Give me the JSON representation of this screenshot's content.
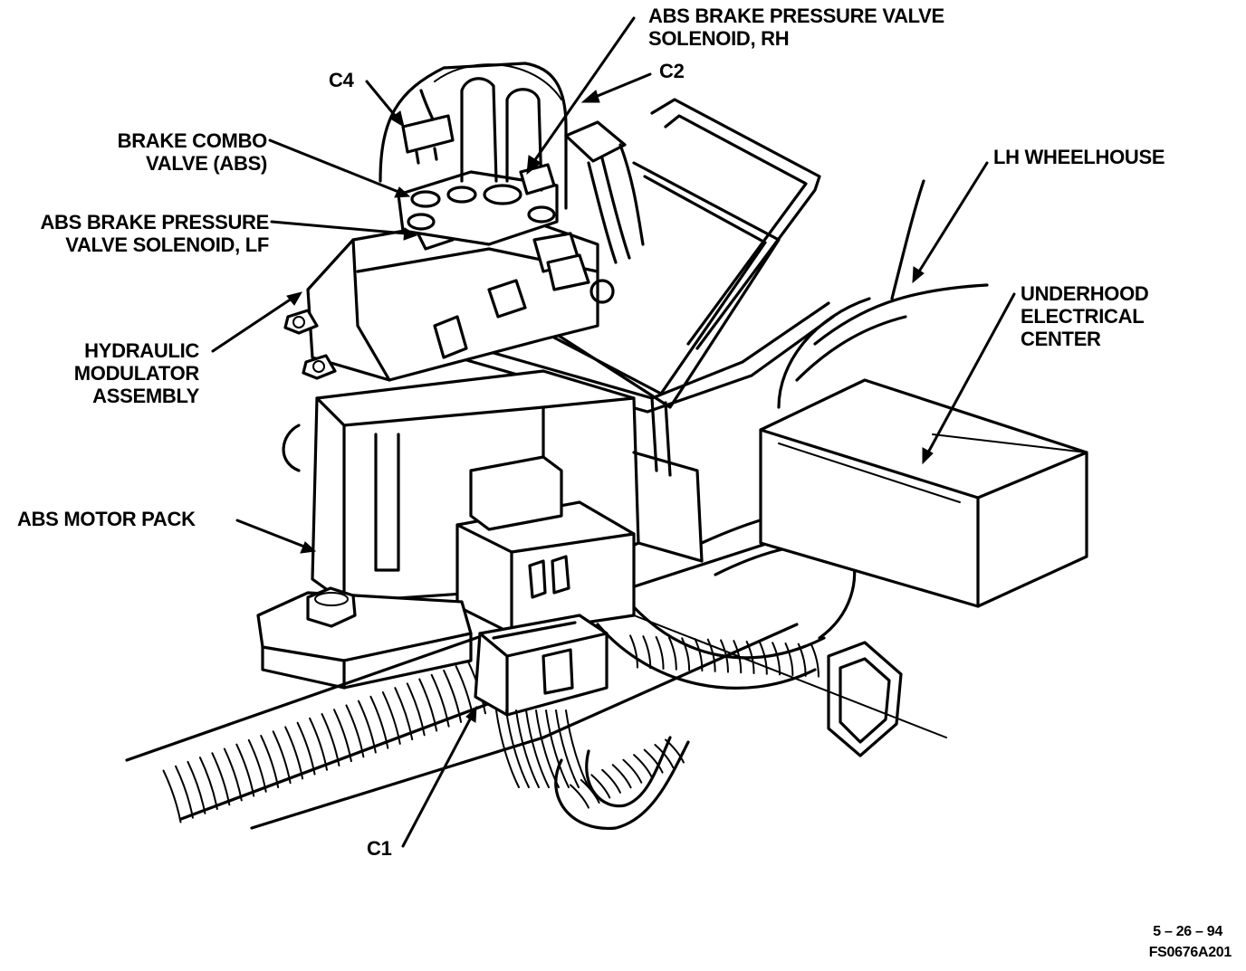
{
  "labels": {
    "rh_solenoid": "ABS BRAKE PRESSURE VALVE\nSOLENOID, RH",
    "c2": "C2",
    "c4": "C4",
    "combo_valve": "BRAKE COMBO\nVALVE (ABS)",
    "lf_solenoid": "ABS BRAKE PRESSURE\nVALVE SOLENOID, LF",
    "lh_wheelhouse": "LH WHEELHOUSE",
    "underhood_center": "UNDERHOOD\nELECTRICAL\nCENTER",
    "modulator": "HYDRAULIC\nMODULATOR\nASSEMBLY",
    "motor_pack": "ABS MOTOR PACK",
    "c1": "C1"
  },
  "footer": {
    "date": "5 – 26 – 94",
    "code": "FS0676A201"
  }
}
